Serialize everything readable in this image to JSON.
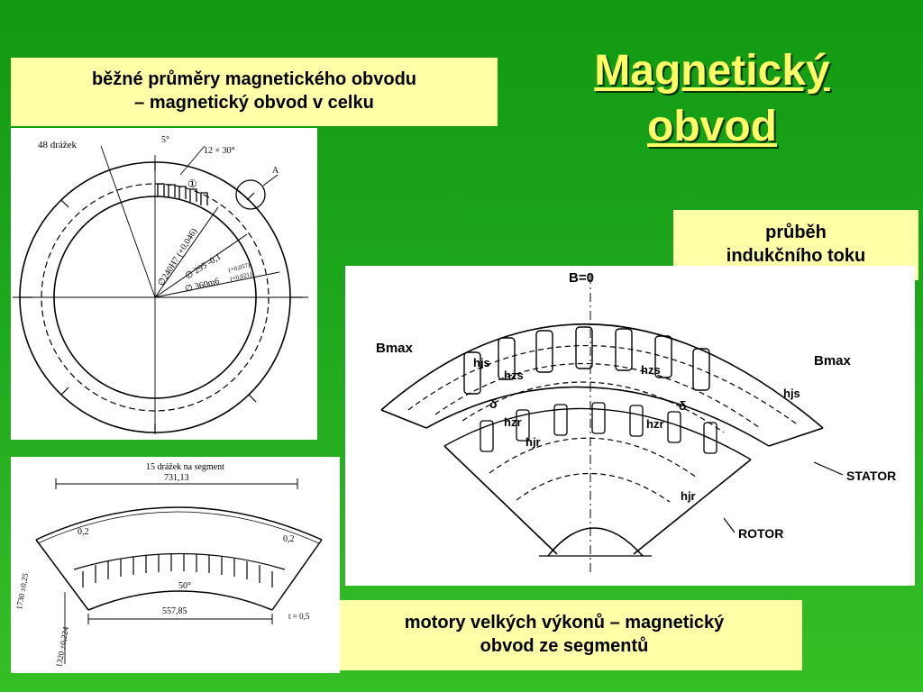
{
  "slide": {
    "title_line1": "Magnetický",
    "title_line2": "obvod",
    "colors": {
      "background": "#1ea81e",
      "title": "#ffff66",
      "caption_bg": "#ffffa8"
    }
  },
  "captions": {
    "diameters_line1": "běžné průměry magnetického obvodu",
    "diameters_line2": "– magnetický obvod v celku",
    "flux_line1": "průběh",
    "flux_line2": "indukčního toku",
    "segments_line1": "motory velkých výkonů – magnetický",
    "segments_line2": "obvod ze segmentů"
  },
  "drawing_full": {
    "slots": "48 drážek",
    "angle_small": "5°",
    "angle_pitch": "12 × 30°",
    "detail_mark": "A",
    "item_number": "①",
    "dim_inner": "∅240H7 (+0,046)",
    "dim_slot": "∅ 295 -0,1",
    "dim_outer": "∅ 360m6",
    "tol_outer_upper": "(+0,057)",
    "tol_outer_lower": "(+0,021)"
  },
  "drawing_segment": {
    "slots": "15 drážek na segment",
    "chord_top": "731,13",
    "chord_bottom": "557,85",
    "angle": "50°",
    "gap_left": "0,2",
    "gap_right": "0,2",
    "radius_outer": "1730 ±0,25",
    "radius_inner": "1320 ±0,224",
    "thickness": "t = 0,5"
  },
  "drawing_flux": {
    "b_zero": "B=0",
    "b_max_left": "Bmax",
    "b_max_right": "Bmax",
    "h_js_left": "hjs",
    "h_js_right": "hjs",
    "h_zs_left": "hzs",
    "h_zs_right": "hzs",
    "h_zr_left": "hzr",
    "h_zr_right": "hzr",
    "h_jr_left": "hjr",
    "h_jr_right": "hjr",
    "delta_left": "δ",
    "delta_right": "δ",
    "stator": "STATOR",
    "rotor": "ROTOR"
  }
}
